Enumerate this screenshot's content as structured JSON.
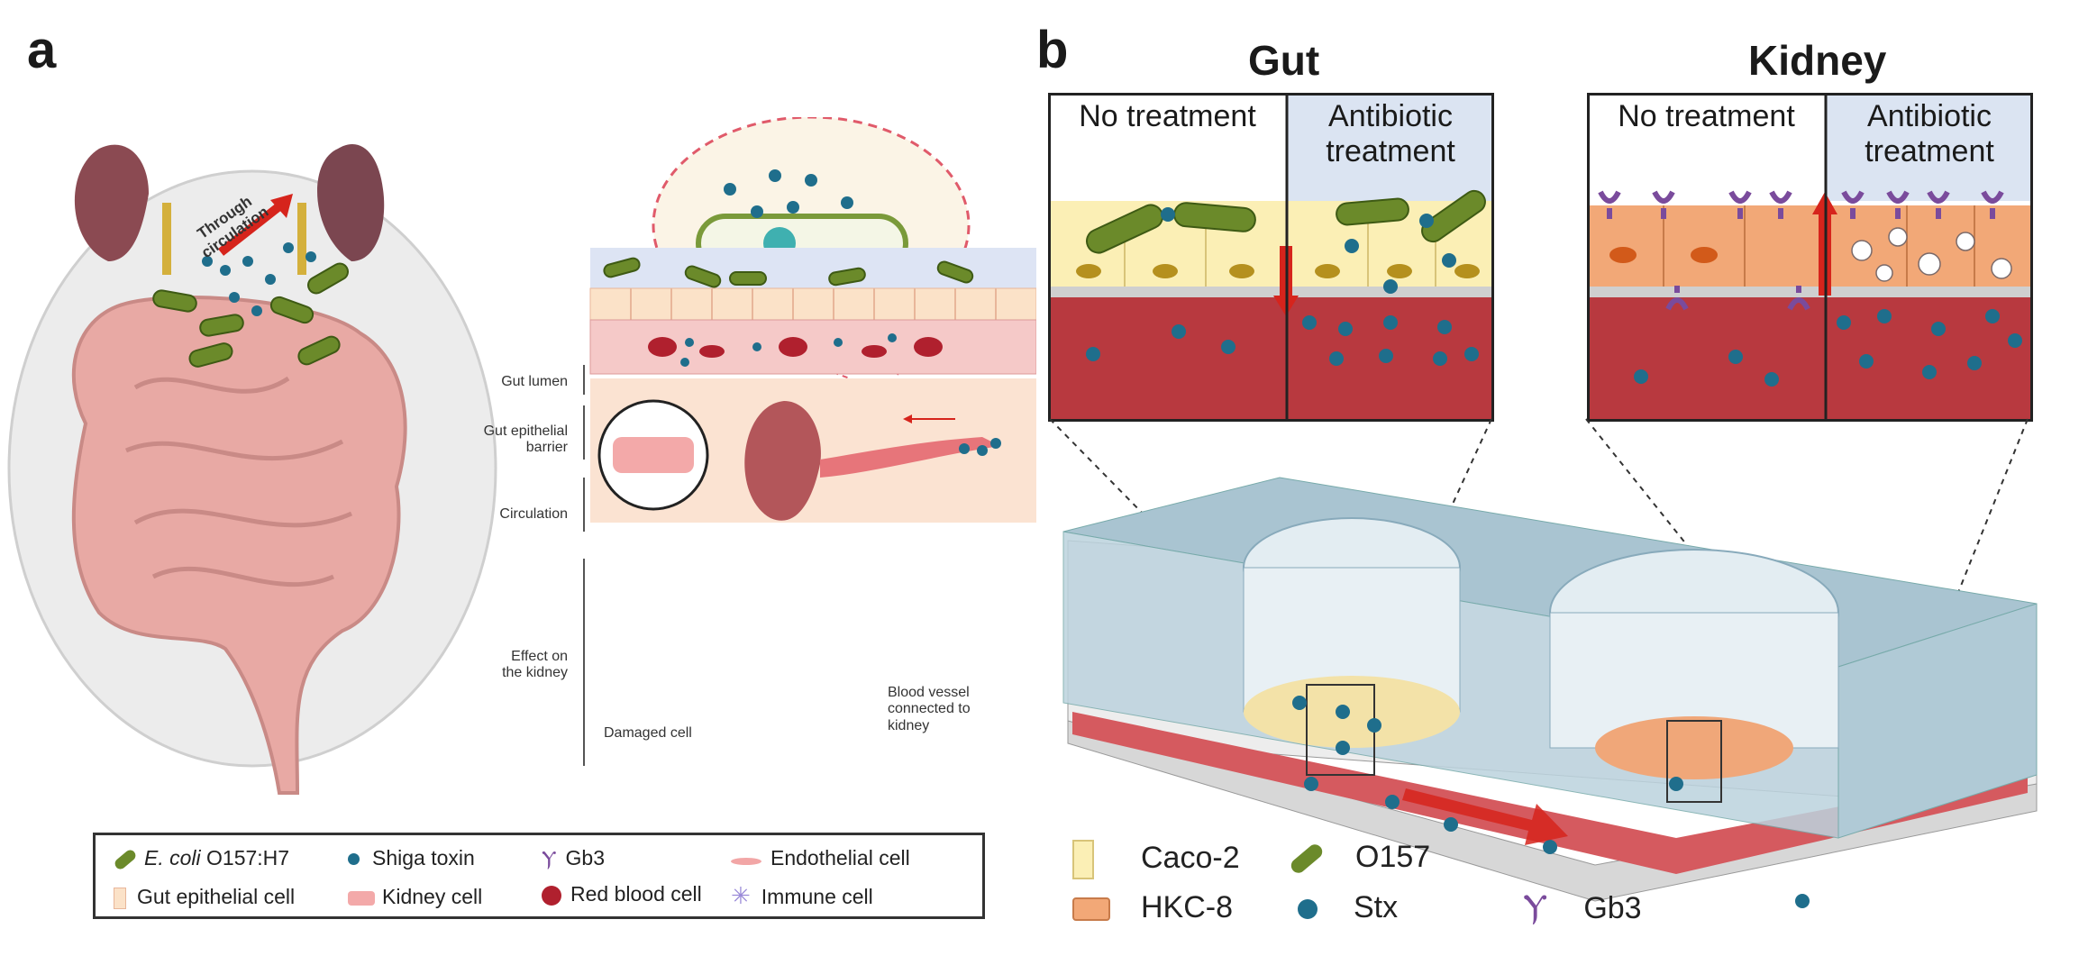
{
  "panel_a": {
    "letter": "a",
    "body_arrow_label": "Through\ncirculation",
    "layer_labels": {
      "gut_lumen": "Gut lumen",
      "gut_epithelial_barrier": "Gut epithelial\nbarrier",
      "circulation": "Circulation",
      "effect_on_kidney": "Effect on\nthe kidney"
    },
    "damaged_cell_label": "Damaged cell",
    "blood_vessel_label": "Blood vessel\nconnected to\nkidney",
    "legend": [
      {
        "icon": "ecoli-bacterium-icon",
        "label_italic": "E. coli",
        "label": " O157:H7"
      },
      {
        "icon": "shiga-toxin-icon",
        "label": "Shiga toxin"
      },
      {
        "icon": "gb3-receptor-icon",
        "label": "Gb3"
      },
      {
        "icon": "endothelial-cell-icon",
        "label": "Endothelial cell"
      },
      {
        "icon": "gut-epithelial-cell-icon",
        "label": "Gut epithelial cell"
      },
      {
        "icon": "kidney-cell-icon",
        "label": "Kidney cell"
      },
      {
        "icon": "red-blood-cell-icon",
        "label": "Red blood cell"
      },
      {
        "icon": "immune-cell-icon",
        "label": "Immune cell"
      }
    ]
  },
  "panel_b": {
    "letter": "b",
    "gut_title": "Gut",
    "kidney_title": "Kidney",
    "gut_box": {
      "left_label": "No treatment",
      "right_label": "Antibiotic\ntreatment"
    },
    "kidney_box": {
      "left_label": "No treatment",
      "right_label": "Antibiotic\ntreatment"
    },
    "legend": [
      {
        "icon": "caco2-cell-icon",
        "label": "Caco-2"
      },
      {
        "icon": "o157-bacterium-icon",
        "label": "O157"
      },
      {
        "icon": "hkc8-cell-icon",
        "label": "HKC-8"
      },
      {
        "icon": "stx-toxin-icon",
        "label": "Stx"
      },
      {
        "icon": "gb3-icon",
        "label": "Gb3"
      }
    ]
  },
  "colors": {
    "toxin": "#1f6e8c",
    "bacterium": "#6b8a2a",
    "gut_cell": "#f5e29a",
    "kidney_cell": "#f2a877",
    "blood": "#b8393f",
    "gb3": "#7a4b9c",
    "arrow_red": "#d6241c",
    "chip_blue": "#bcd3de"
  }
}
